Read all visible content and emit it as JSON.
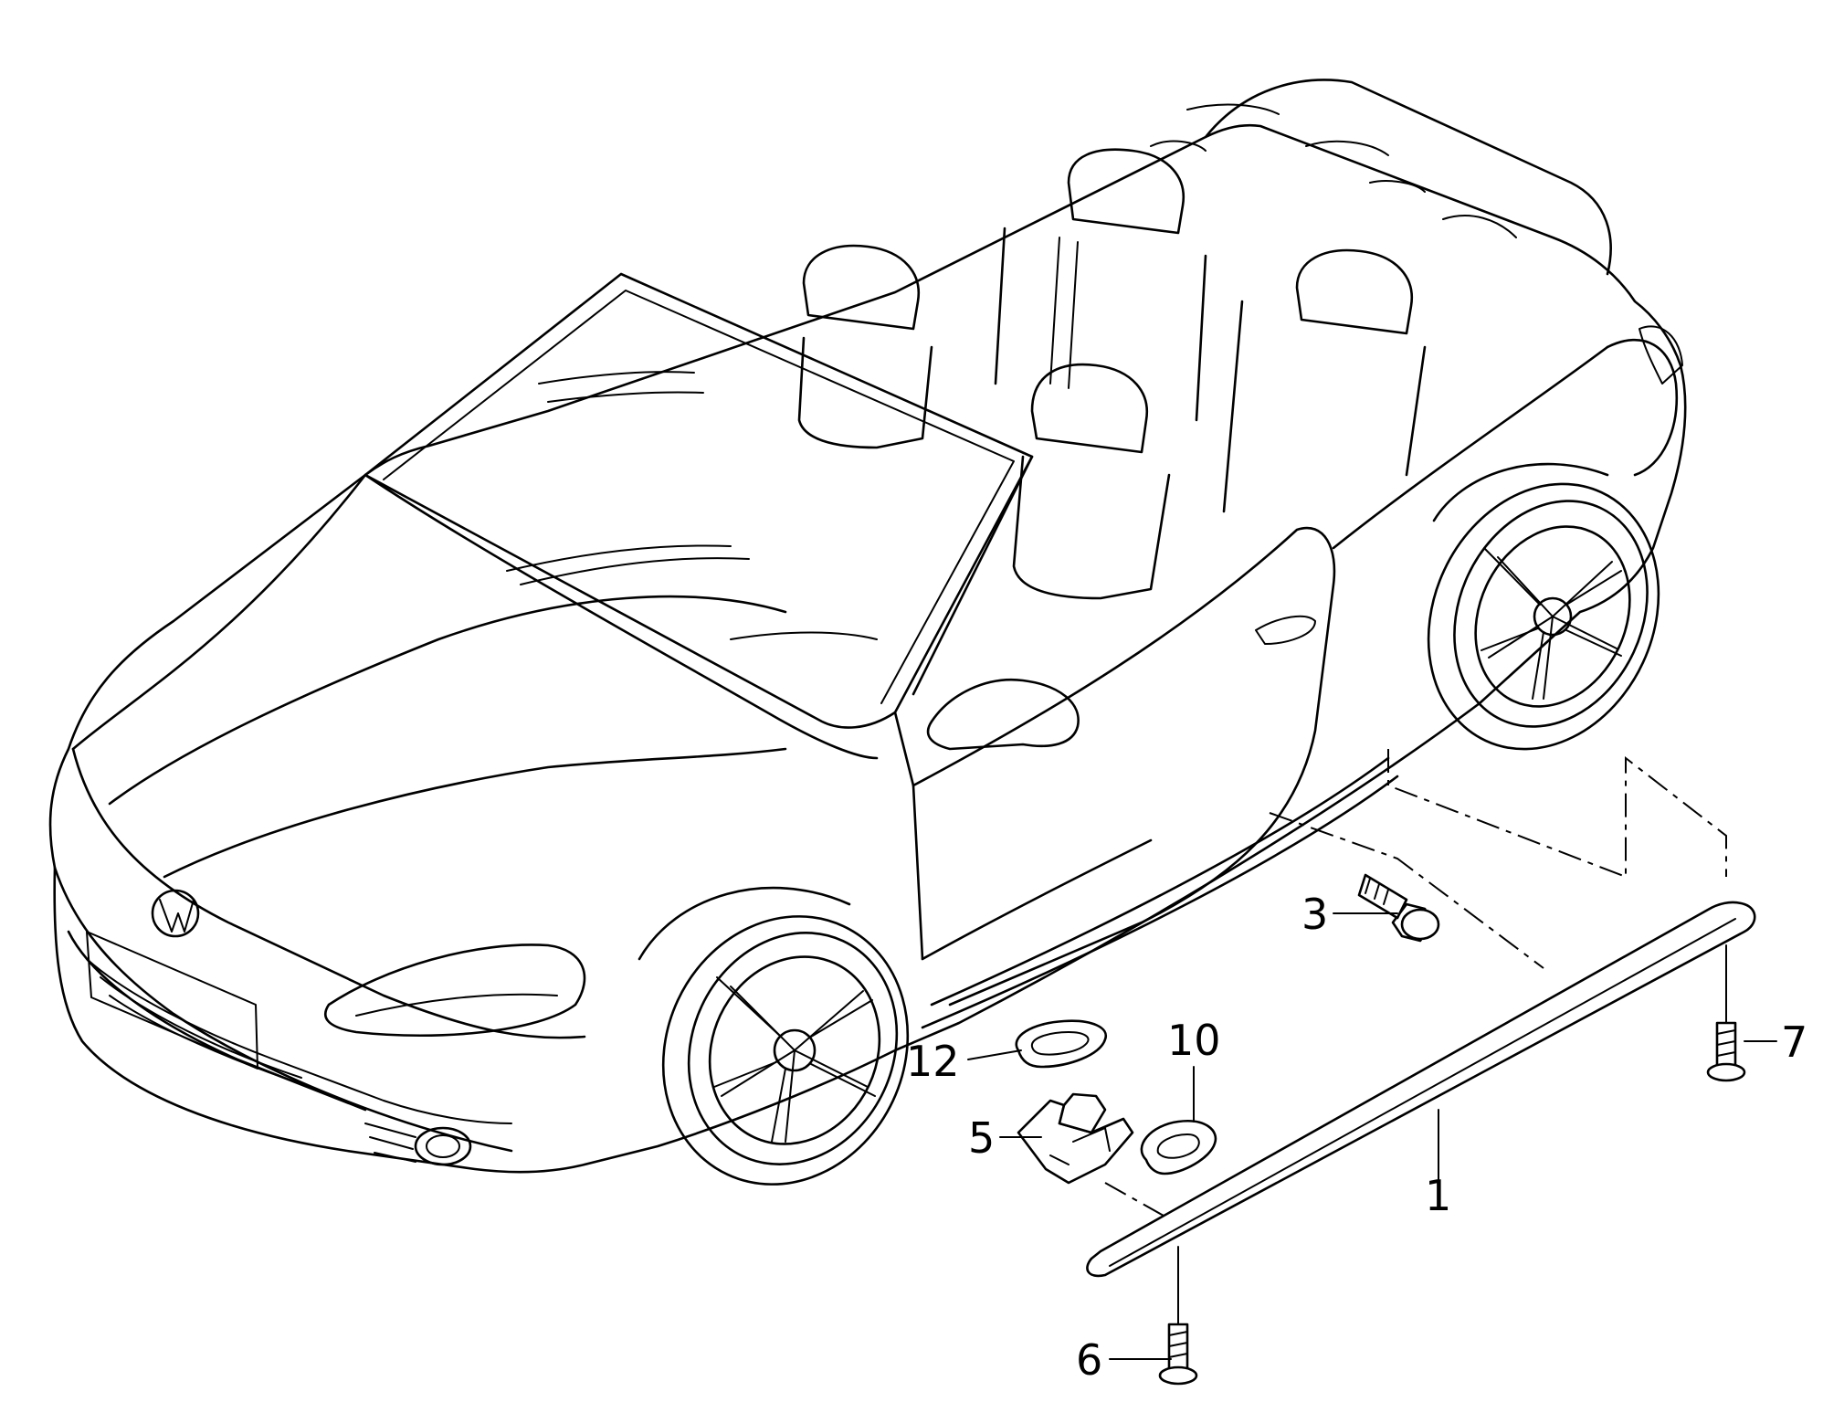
{
  "callouts": {
    "c1": "1",
    "c3": "3",
    "c5": "5",
    "c6": "6",
    "c7": "7",
    "c10": "10",
    "c12": "12"
  }
}
